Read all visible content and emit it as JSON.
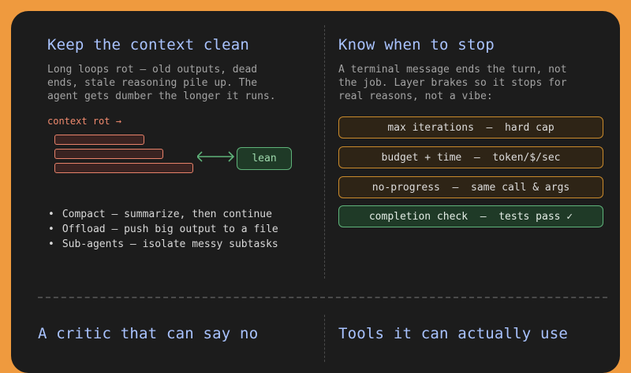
{
  "sections": {
    "context": {
      "title": "Keep the context clean",
      "body": [
        "Long loops rot — old outputs, dead",
        "ends, stale reasoning pile up. The",
        "agent gets dumber the longer it runs."
      ],
      "rot_label": "context rot →",
      "lean_label": "lean",
      "bullets": [
        "Compact — summarize, then continue",
        "Offload — push big output to a file",
        "Sub-agents — isolate messy subtasks"
      ]
    },
    "stop": {
      "title": "Know when to stop",
      "body": [
        "A terminal message ends the turn, not",
        "the job. Layer brakes so it stops for",
        "real reasons, not a vibe:"
      ],
      "brakes": [
        {
          "name": "max iterations",
          "detail": "hard cap"
        },
        {
          "name": "budget + time",
          "detail": "token/$/sec"
        },
        {
          "name": "no-progress",
          "detail": "same call & args"
        },
        {
          "name": "completion check",
          "detail": "tests pass ✓"
        }
      ]
    },
    "critic": {
      "title": "A critic that can say no"
    },
    "tools": {
      "title": "Tools it can actually use"
    }
  },
  "colors": {
    "background": "#ef9a3e",
    "panel": "#1c1c1c",
    "title": "#a9c3ff",
    "rot": "#e8826a",
    "ok": "#5fb37a",
    "warn": "#c98a2c"
  }
}
